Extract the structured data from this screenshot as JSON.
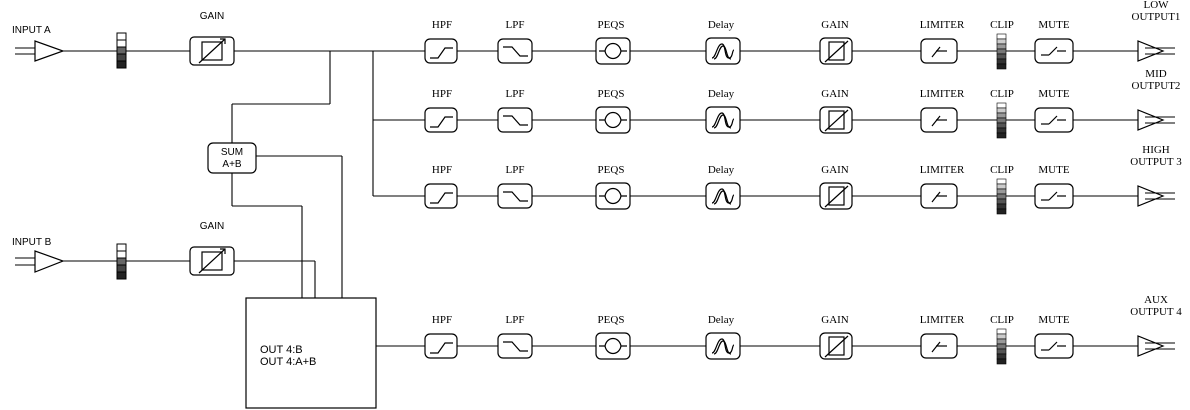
{
  "inputs": {
    "a": {
      "label": "INPUT A",
      "gain_label": "GAIN"
    },
    "b": {
      "label": "INPUT B",
      "gain_label": "GAIN"
    }
  },
  "sum": {
    "line1": "SUM",
    "line2": "A+B"
  },
  "routing": {
    "line1": "OUT 4:B",
    "line2": "OUT 4:A+B"
  },
  "channel_labels": {
    "hpf": "HPF",
    "lpf": "LPF",
    "peqs": "PEQS",
    "delay": "Delay",
    "gain": "GAIN",
    "limiter": "LIMITER",
    "clip": "CLIP",
    "mute": "MUTE"
  },
  "outputs": [
    {
      "line1": "LOW",
      "line2": "OUTPUT1"
    },
    {
      "line1": "MID",
      "line2": "OUTPUT2"
    },
    {
      "line1": "HIGH",
      "line2": "OUTPUT 3"
    },
    {
      "line1": "AUX",
      "line2": "OUTPUT 4"
    }
  ],
  "icons": {
    "input": "input-connector-icon",
    "meter": "level-meter-icon",
    "gain": "gain-icon",
    "hpf": "high-pass-icon",
    "lpf": "low-pass-icon",
    "peqs": "parametric-eq-icon",
    "delay": "delay-icon",
    "limiter": "limiter-icon",
    "mute": "mute-icon",
    "output": "output-connector-icon"
  }
}
